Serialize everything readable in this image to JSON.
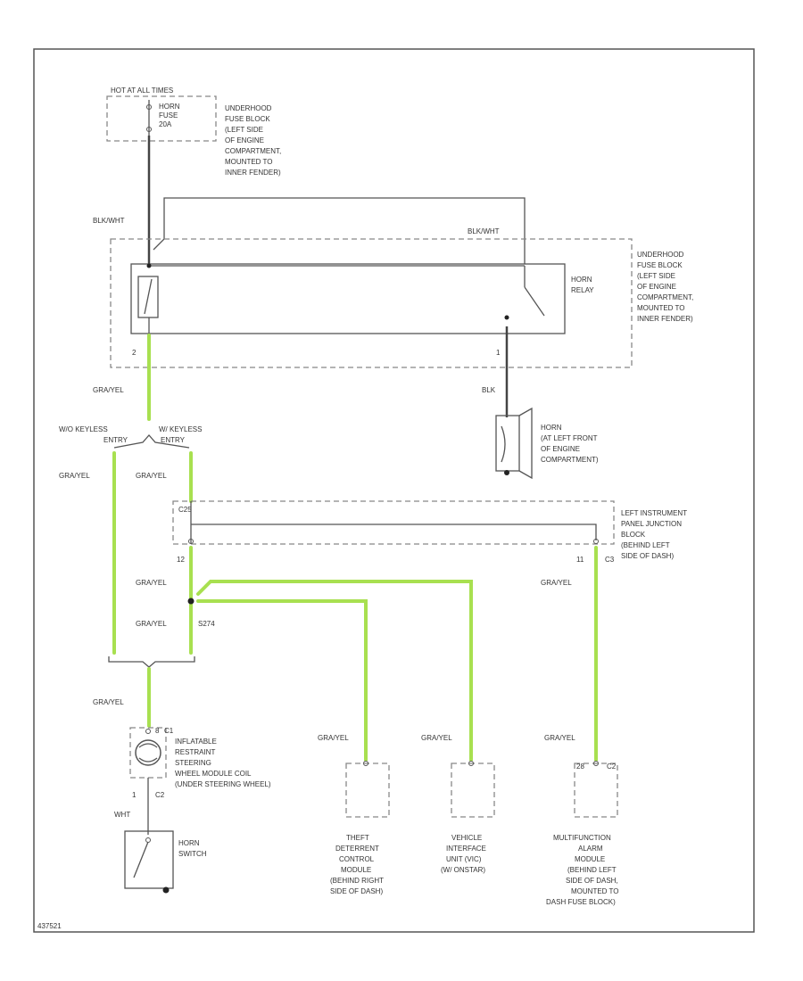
{
  "fuse": {
    "top_label": "HOT AT ALL TIMES",
    "name_lines": [
      "HORN",
      "FUSE",
      "20A"
    ],
    "location_lines": [
      "UNDERHOOD",
      "FUSE BLOCK",
      "(LEFT SIDE",
      "OF ENGINE",
      "COMPARTMENT,",
      "MOUNTED TO",
      "INNER FENDER)"
    ]
  },
  "relay": {
    "name_lines": [
      "HORN",
      "RELAY"
    ],
    "location_lines": [
      "UNDERHOOD",
      "FUSE BLOCK",
      "(LEFT SIDE",
      "OF ENGINE",
      "COMPARTMENT,",
      "MOUNTED TO",
      "INNER FENDER)"
    ],
    "pin_left": "2",
    "pin_right": "1"
  },
  "wires": {
    "blk_wht_left": "BLK/WHT",
    "blk_wht_right": "BLK/WHT",
    "blk": "BLK",
    "gra_yel_relay": "GRA/YEL",
    "gra_yel_left": "GRA/YEL",
    "gra_yel_mid": "GRA/YEL",
    "gra_yel_12": "GRA/YEL",
    "gra_yel_s274": "GRA/YEL",
    "gra_yel_11": "GRA/YEL",
    "gra_yel_lower": "GRA/YEL",
    "gra_yel_theft": "GRA/YEL",
    "gra_yel_vic": "GRA/YEL",
    "gra_yel_mfa": "GRA/YEL",
    "wht": "WHT"
  },
  "horn": {
    "lines": [
      "HORN",
      "(AT LEFT FRONT",
      "OF ENGINE",
      "COMPARTMENT)"
    ]
  },
  "keyless": {
    "without": "W/O KEYLESS",
    "without_2": "ENTRY",
    "with": "W/ KEYLESS",
    "with_2": "ENTRY"
  },
  "junction": {
    "connector": "C25",
    "pin_12": "12",
    "pin_11": "11",
    "connector_right": "C3",
    "lines": [
      "LEFT INSTRUMENT",
      "PANEL JUNCTION",
      "BLOCK",
      "(BEHIND LEFT",
      "SIDE OF DASH)"
    ]
  },
  "splice": "S274",
  "clockspring": {
    "pin_top": "8",
    "connector_top": "C1",
    "pin_bottom": "1",
    "connector_bottom": "C2",
    "lines": [
      "INFLATABLE",
      "RESTRAINT",
      "STEERING",
      "WHEEL MODULE COIL",
      "(UNDER STEERING WHEEL)"
    ]
  },
  "horn_switch": {
    "lines": [
      "HORN",
      "SWITCH"
    ]
  },
  "theft_module": {
    "lines": [
      "THEFT",
      "DETERRENT",
      "CONTROL",
      "MODULE",
      "(BEHIND RIGHT",
      "SIDE OF DASH)"
    ]
  },
  "vic_module": {
    "lines": [
      "VEHICLE",
      "INTERFACE",
      "UNIT (VIC)",
      "(W/ ONSTAR)"
    ]
  },
  "mfa_module": {
    "pin": "28",
    "connector": "C2",
    "lines": [
      "MULTIFUNCTION",
      "ALARM",
      "MODULE",
      "(BEHIND LEFT",
      "SIDE OF DASH,",
      "MOUNTED TO",
      "DASH FUSE BLOCK)"
    ]
  },
  "footer_id": "437521"
}
